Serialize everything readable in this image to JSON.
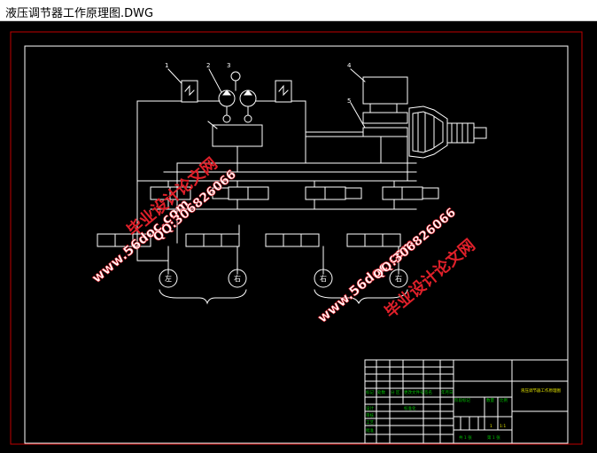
{
  "window": {
    "title": "液压调节器工作原理图.DWG"
  },
  "drawing": {
    "part_numbers": [
      "1",
      "2",
      "3",
      "4",
      "5"
    ],
    "cylinder_labels": [
      "左",
      "右",
      "右",
      "右"
    ],
    "title_block": {
      "drawing_name": "液压调节器工作原理图",
      "scale_label": "比例",
      "scale_value": "1:1",
      "quantity_label": "数量",
      "quantity_value": "1",
      "sheet_total": "共 1 张",
      "sheet_no": "第 1 张",
      "stage_label": "阶段标记",
      "weight_label": "重量",
      "rev_headers": [
        "标记",
        "处数",
        "分 区",
        "更改文件号",
        "签名",
        "年月日"
      ],
      "role_labels": [
        "设计",
        "审核",
        "工艺",
        "批准",
        "标准化"
      ]
    },
    "colors": {
      "frame_red": "#c00000",
      "line_white": "#ffffff",
      "title_green": "#00c000",
      "title_yellow": "#e0e000"
    }
  },
  "watermarks": {
    "site_name": "毕业设计论文网",
    "site_url": "www.56doc.com",
    "qq": "QQ:306826066"
  }
}
